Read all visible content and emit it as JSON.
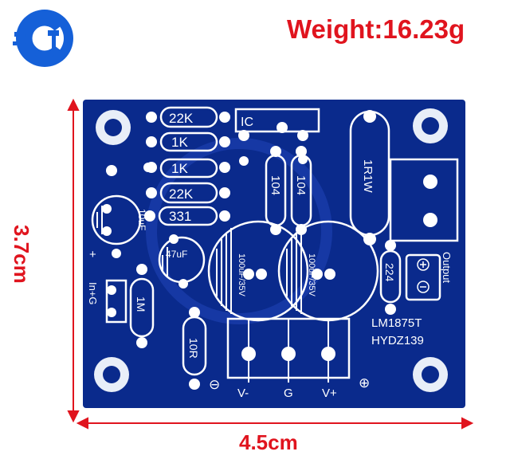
{
  "weight_label": "Weight:16.23g",
  "dimensions": {
    "width": "4.5cm",
    "height": "3.7cm"
  },
  "components": {
    "r1": "22K",
    "r2": "1K",
    "r3": "1K",
    "r4": "22K",
    "r5": "331",
    "ic": "IC",
    "c_small_1": "104",
    "c_small_2": "104",
    "r_power": "1R1W",
    "c_big_1": "100uF/35V",
    "c_big_2": "100uF/35V",
    "c_in": "10uF",
    "c_mid": "47uF",
    "r_1m": "1M",
    "r_10r": "10R",
    "c_224": "224",
    "output": "Output",
    "input": "In+G",
    "chip": "LM1875T",
    "brand": "HYDZ139",
    "pin_vminus": "V-",
    "pin_g": "G",
    "pin_vplus": "V+",
    "minus": "⊖",
    "plus": "⊕",
    "plus_small": "+"
  },
  "colors": {
    "board": "#0a2a8c",
    "silk": "#ffffff",
    "arrow": "#e0141e",
    "logo_blue": "#1560d8"
  }
}
